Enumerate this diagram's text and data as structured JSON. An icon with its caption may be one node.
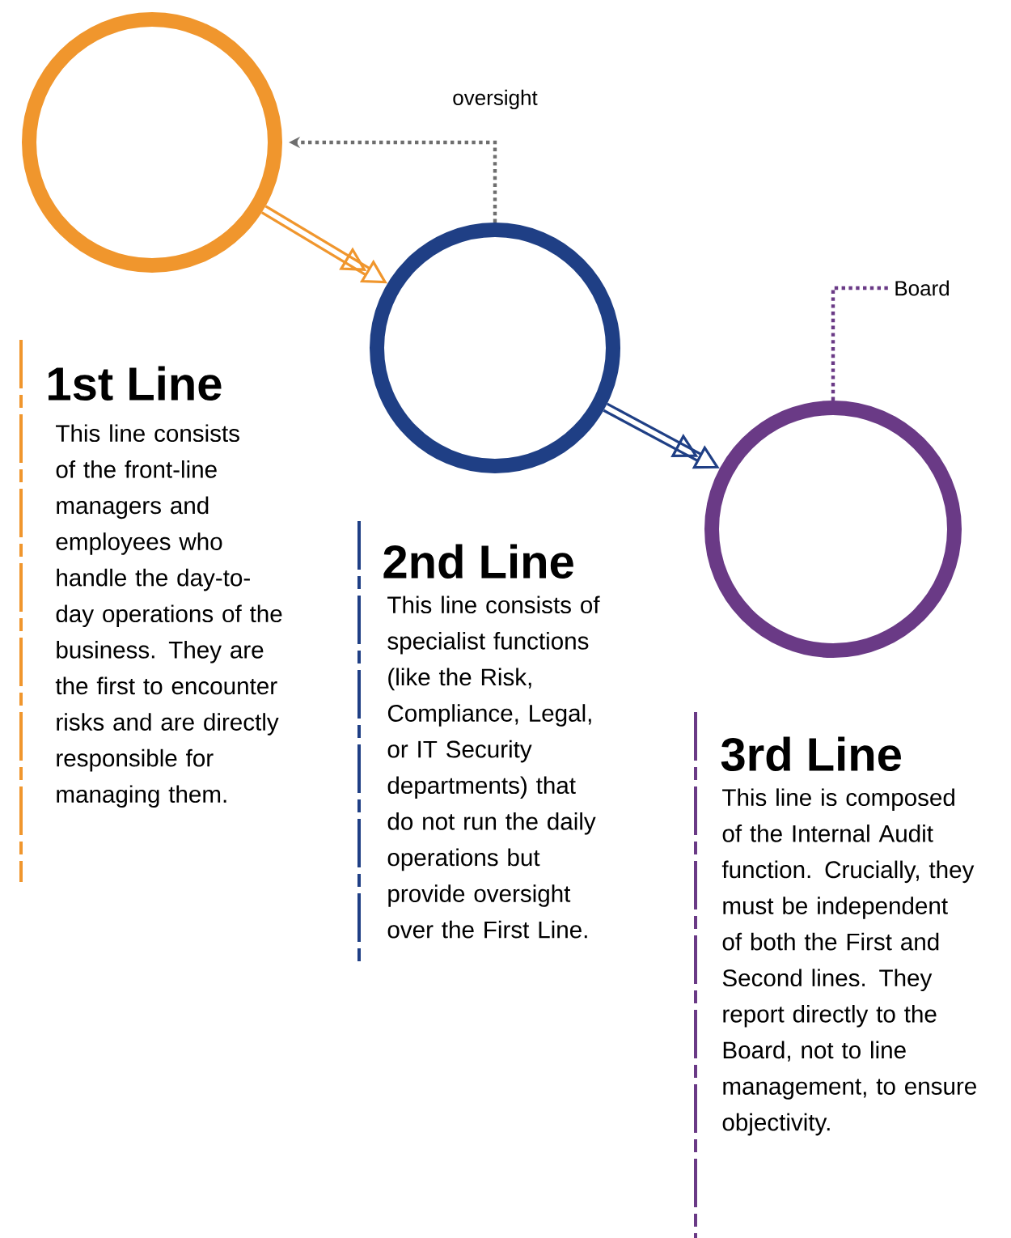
{
  "diagram": {
    "nodes": [
      {
        "text": [],
        "shape": "circle",
        "beside": [
          "1st Line",
          "This line consists of the front-line managers and employees who handle the day-to-day operations of the business. They are the first to encounter risks and are directly responsible for managing them."
        ]
      },
      {
        "text": [],
        "shape": "circle",
        "beside": [
          "2nd Line",
          "This line consists of specialist functions (like the Risk, Compliance, Legal, or IT Security departments) that do not run the daily operations but provide oversight over the First Line."
        ]
      },
      {
        "text": [],
        "shape": "circle",
        "beside": [
          "3rd Line",
          "This line is composed of the Internal Audit function. Crucially, they must be independent of both the First and Second lines. They report directly to the Board, not to line management, to ensure objectivity."
        ]
      },
      {
        "text": [
          "Board"
        ]
      }
    ],
    "edges": [
      {
        "from": 0,
        "to": 1,
        "arrow": "to",
        "style": "thick",
        "color": "#f0962d"
      },
      {
        "from": 1,
        "to": 2,
        "arrow": "to",
        "style": "thick",
        "color": "#1f3f85"
      },
      {
        "from": 1,
        "to": 0,
        "arrow": "to",
        "label": "oversight",
        "style": "dashed",
        "color": "#6e6e6e"
      },
      {
        "from": 2,
        "to": 3,
        "arrow": "none",
        "style": "dashed",
        "color": "#6a3a86"
      }
    ]
  }
}
